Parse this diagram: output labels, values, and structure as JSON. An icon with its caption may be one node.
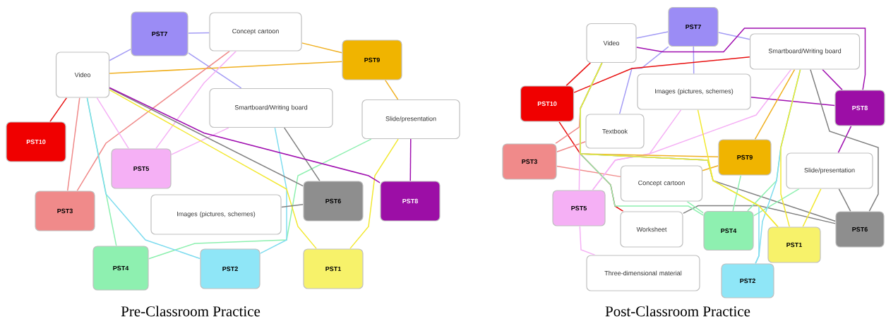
{
  "diagram": {
    "nodes": [
      {
        "text": [
          "Video"
        ]
      },
      {
        "text": [
          "PST7"
        ]
      },
      {
        "text": [
          "Concept cartoon"
        ]
      },
      {
        "text": [
          "PST9"
        ]
      },
      {
        "text": [
          "Smartboard/Writing board"
        ]
      },
      {
        "text": [
          "Slide/presentation"
        ]
      },
      {
        "text": [
          "PST10"
        ]
      },
      {
        "text": [
          "PST5"
        ]
      },
      {
        "text": [
          "PST3"
        ]
      },
      {
        "text": [
          "Images (pictures, schemes)"
        ]
      },
      {
        "text": [
          "PST6"
        ]
      },
      {
        "text": [
          "PST8"
        ]
      },
      {
        "text": [
          "PST4"
        ]
      },
      {
        "text": [
          "PST2"
        ]
      },
      {
        "text": [
          "PST1"
        ]
      },
      {
        "text": [
          "Video"
        ]
      },
      {
        "text": [
          "PST7"
        ]
      },
      {
        "text": [
          "Smartboard/Writing board"
        ]
      },
      {
        "text": [
          "Images (pictures, schemes)"
        ]
      },
      {
        "text": [
          "PST10"
        ]
      },
      {
        "text": [
          "PST8"
        ]
      },
      {
        "text": [
          "Textbook"
        ]
      },
      {
        "text": [
          "PST3"
        ]
      },
      {
        "text": [
          "PST9"
        ]
      },
      {
        "text": [
          "Slide/presentation"
        ]
      },
      {
        "text": [
          "Concept cartoon"
        ]
      },
      {
        "text": [
          "PST5"
        ]
      },
      {
        "text": [
          "Worksheet"
        ]
      },
      {
        "text": [
          "PST4"
        ]
      },
      {
        "text": [
          "PST1"
        ]
      },
      {
        "text": [
          "PST6"
        ]
      },
      {
        "text": [
          "Three-dimensional material"
        ]
      },
      {
        "text": [
          "PST2"
        ]
      }
    ],
    "edges": [
      {
        "from": 0,
        "to": 1,
        "arrow": "none",
        "color": "#a49cf5"
      },
      {
        "from": 1,
        "to": 2,
        "arrow": "none",
        "color": "#a49cf5"
      },
      {
        "from": 1,
        "to": 4,
        "arrow": "none",
        "color": "#a49cf5"
      },
      {
        "from": 2,
        "to": 3,
        "arrow": "none",
        "color": "#f0b020"
      },
      {
        "from": 0,
        "to": 3,
        "arrow": "none",
        "color": "#f0b020"
      },
      {
        "from": 3,
        "to": 5,
        "arrow": "none",
        "color": "#f0b020"
      },
      {
        "from": 0,
        "to": 6,
        "arrow": "none",
        "color": "#e81010"
      },
      {
        "from": 0,
        "to": 8,
        "arrow": "none",
        "color": "#f08a8a"
      },
      {
        "from": 8,
        "to": 2,
        "arrow": "none",
        "color": "#f08a8a"
      },
      {
        "from": 0,
        "to": 7,
        "arrow": "none",
        "color": "#f5b0f5"
      },
      {
        "from": 7,
        "to": 2,
        "arrow": "none",
        "color": "#f5b0f5"
      },
      {
        "from": 7,
        "to": 4,
        "arrow": "none",
        "color": "#f5b0f5"
      },
      {
        "from": 0,
        "to": 12,
        "arrow": "none",
        "color": "#8ef0b0"
      },
      {
        "from": 12,
        "to": 5,
        "arrow": "none",
        "color": "#8ef0b0"
      },
      {
        "from": 0,
        "to": 13,
        "arrow": "none",
        "color": "#7fdcef"
      },
      {
        "from": 4,
        "to": 13,
        "arrow": "none",
        "color": "#7fdcef"
      },
      {
        "from": 0,
        "to": 14,
        "arrow": "none",
        "color": "#f2e830"
      },
      {
        "from": 5,
        "to": 14,
        "arrow": "none",
        "color": "#f2e830"
      },
      {
        "from": 0,
        "to": 10,
        "arrow": "none",
        "color": "#808080"
      },
      {
        "from": 4,
        "to": 10,
        "arrow": "none",
        "color": "#808080"
      },
      {
        "from": 9,
        "to": 10,
        "arrow": "none",
        "color": "#808080"
      },
      {
        "from": 0,
        "to": 11,
        "arrow": "none",
        "color": "#a010b0"
      },
      {
        "from": 5,
        "to": 11,
        "arrow": "none",
        "color": "#a010b0"
      },
      {
        "from": 15,
        "to": 16,
        "arrow": "none",
        "color": "#a49cf5"
      },
      {
        "from": 16,
        "to": 17,
        "arrow": "none",
        "color": "#a49cf5"
      },
      {
        "from": 16,
        "to": 18,
        "arrow": "none",
        "color": "#a49cf5"
      },
      {
        "from": 16,
        "to": 21,
        "arrow": "none",
        "color": "#a49cf5"
      },
      {
        "from": 15,
        "to": 19,
        "arrow": "none",
        "color": "#e81010"
      },
      {
        "from": 19,
        "to": 17,
        "arrow": "none",
        "color": "#e81010"
      },
      {
        "from": 19,
        "to": 27,
        "arrow": "none",
        "color": "#e81010"
      },
      {
        "from": 15,
        "to": 22,
        "arrow": "none",
        "color": "#f08a8a"
      },
      {
        "from": 22,
        "to": 21,
        "arrow": "none",
        "color": "#f08a8a"
      },
      {
        "from": 22,
        "to": 25,
        "arrow": "none",
        "color": "#f08a8a"
      },
      {
        "from": 15,
        "to": 26,
        "arrow": "none",
        "color": "#f5b0f5"
      },
      {
        "from": 26,
        "to": 31,
        "arrow": "none",
        "color": "#f5b0f5"
      },
      {
        "from": 26,
        "to": 17,
        "arrow": "none",
        "color": "#f5b0f5"
      },
      {
        "from": 26,
        "to": 18,
        "arrow": "none",
        "color": "#f5b0f5"
      },
      {
        "from": 15,
        "to": 20,
        "arrow": "none",
        "color": "#a010b0"
      },
      {
        "from": 17,
        "to": 20,
        "arrow": "none",
        "color": "#a010b0"
      },
      {
        "from": 18,
        "to": 20,
        "arrow": "none",
        "color": "#a010b0"
      },
      {
        "from": 24,
        "to": 20,
        "arrow": "none",
        "color": "#a010b0"
      },
      {
        "from": 15,
        "to": 23,
        "arrow": "none",
        "color": "#f0b020"
      },
      {
        "from": 17,
        "to": 23,
        "arrow": "none",
        "color": "#f0b020"
      },
      {
        "from": 25,
        "to": 23,
        "arrow": "none",
        "color": "#f0b020"
      },
      {
        "from": 15,
        "to": 30,
        "arrow": "none",
        "color": "#808080"
      },
      {
        "from": 17,
        "to": 30,
        "arrow": "none",
        "color": "#808080"
      },
      {
        "from": 24,
        "to": 30,
        "arrow": "none",
        "color": "#808080"
      },
      {
        "from": 27,
        "to": 30,
        "arrow": "none",
        "color": "#808080"
      },
      {
        "from": 15,
        "to": 28,
        "arrow": "none",
        "color": "#8ef0b0"
      },
      {
        "from": 17,
        "to": 28,
        "arrow": "none",
        "color": "#8ef0b0"
      },
      {
        "from": 23,
        "to": 28,
        "arrow": "none",
        "color": "#8ef0b0"
      },
      {
        "from": 24,
        "to": 28,
        "arrow": "none",
        "color": "#8ef0b0"
      },
      {
        "from": 25,
        "to": 28,
        "arrow": "none",
        "color": "#8ef0b0"
      },
      {
        "from": 15,
        "to": 32,
        "arrow": "none",
        "color": "#7fdcef"
      },
      {
        "from": 17,
        "to": 32,
        "arrow": "none",
        "color": "#7fdcef"
      },
      {
        "from": 15,
        "to": 29,
        "arrow": "none",
        "color": "#f2e830"
      },
      {
        "from": 17,
        "to": 29,
        "arrow": "none",
        "color": "#f2e830"
      },
      {
        "from": 24,
        "to": 29,
        "arrow": "none",
        "color": "#f2e830"
      },
      {
        "from": 18,
        "to": 29,
        "arrow": "none",
        "color": "#f2e830"
      }
    ],
    "labels": [
      "Pre-Classroom Practice",
      "Post-Classroom Practice"
    ]
  }
}
